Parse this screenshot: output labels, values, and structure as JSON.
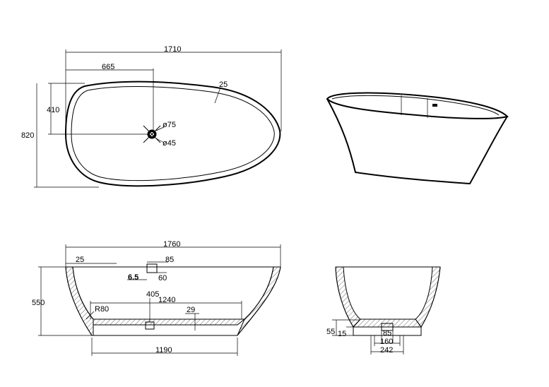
{
  "top_view": {
    "length": "1710",
    "drain_offset": "665",
    "rim": "25",
    "drain_y": "410",
    "width": "820",
    "drain_outer": "ø75",
    "drain_inner": "ø45"
  },
  "side_section": {
    "length": "1760",
    "rim": "25",
    "drain_w": "85",
    "drain_depth": "6.5",
    "drain_h": "60",
    "height": "550",
    "drain_pos": "405",
    "inner_bottom": "1240",
    "radius": "R80",
    "base_thick": "29",
    "base_length": "1190"
  },
  "end_section": {
    "a": "55",
    "b": "15",
    "c": "85",
    "d": "160",
    "e": "242"
  }
}
